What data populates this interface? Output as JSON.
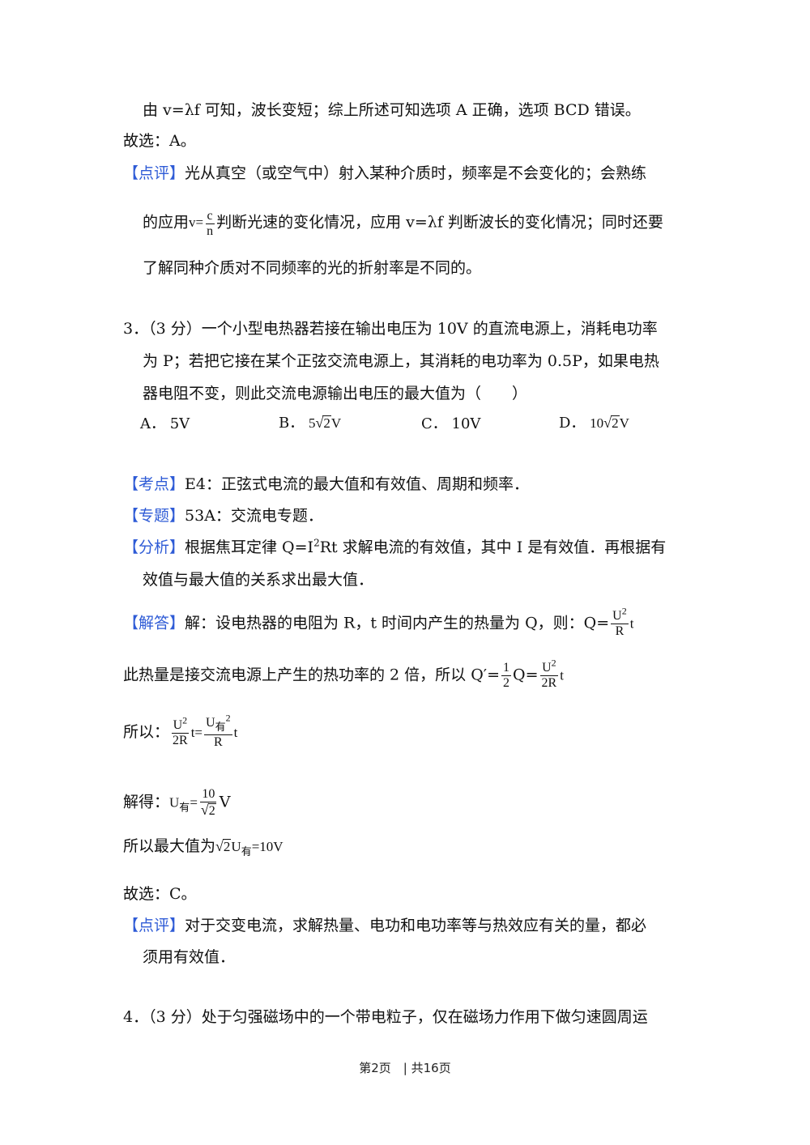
{
  "q2": {
    "line_a": "由 v=λf 可知，波长变短；综上所述可知选项 A 正确，选项 BCD 错误。",
    "answer": "故选：A。",
    "comment_tag": "【点评】",
    "comment_1": "光从真空（或空气中）射入某种介质时，频率是不会变化的；会熟练",
    "comment_2a": "的应用",
    "comment_2b": "判断光速的变化情况，应用 v=λf 判断波长的变化情况；同时还要",
    "comment_3": "了解同种介质对不同频率的光的折射率是不同的。",
    "formula_v": "v=",
    "formula_c": "c",
    "formula_n": "n"
  },
  "q3": {
    "stem_1": "3．（3 分）一个小型电热器若接在输出电压为 10V 的直流电源上，消耗电功率",
    "stem_2": "为 P；若把它接在某个正弦交流电源上，其消耗的电功率为 0.5P，如果电热",
    "stem_3": "器电阻不变，则此交流电源输出电压的最大值为（　　）",
    "options": {
      "a": "A．  5V",
      "b_label": "B．",
      "b_coef": "5",
      "b_rad": "2",
      "b_unit": "V",
      "c": "C．  10V",
      "d_label": "D．",
      "d_coef": "10",
      "d_rad": "2",
      "d_unit": "V"
    },
    "kaodian_tag": "【考点】",
    "kaodian": "E4：正弦式电流的最大值和有效值、周期和频率．",
    "zhuanti_tag": "【专题】",
    "zhuanti": "53A：交流电专题．",
    "fenxi_tag": "【分析】",
    "fenxi_1a": "根据焦耳定律 Q=I",
    "fenxi_1sup": "2",
    "fenxi_1b": "Rt 求解电流的有效值，其中 I 是有效值．再根据有",
    "fenxi_2": "效值与最大值的关系求出最大值．",
    "jieda_tag": "【解答】",
    "jieda_1": "解：设电热器的电阻为 R，t 时间内产生的热量为 Q，则：Q=",
    "f1_num": "U",
    "f1_sup": "2",
    "f1_den": "R",
    "f_t": "t",
    "line2_text": "此热量是接交流电源上产生的热功率的 2 倍，所以 Q′=",
    "f2_num": "1",
    "f2_den": "2",
    "f2_q": "Q=",
    "f3_num": "U",
    "f3_sup": "2",
    "f3_den": "2R",
    "line3_text": "所以：",
    "f4_num": "U",
    "f4_sup": "2",
    "f4_den": "2R",
    "f4_eq": "=",
    "f5_num": "U",
    "f5_sub": "有",
    "f5_sup": "2",
    "f5_den": "R",
    "line4_text": "解得：",
    "u_sym": "U",
    "u_sub": "有",
    "f6_eq": "=",
    "f6_num": "10",
    "f6_rad": "2",
    "f6_unit": "V",
    "line5_text": "所以最大值为",
    "line5_rad": "2",
    "line5_u": "U",
    "line5_sub": "有",
    "line5_val": "=10V",
    "answer": "故选：C。",
    "comment_tag": "【点评】",
    "comment_1": "对于交变电流，求解热量、电功和电功率等与热效应有关的量，都必",
    "comment_2": "须用有效值．"
  },
  "q4": {
    "stem_1": "4．（3 分）处于匀强磁场中的一个带电粒子，仅在磁场力作用下做匀速圆周运"
  },
  "footer": "第2页　| 共16页"
}
